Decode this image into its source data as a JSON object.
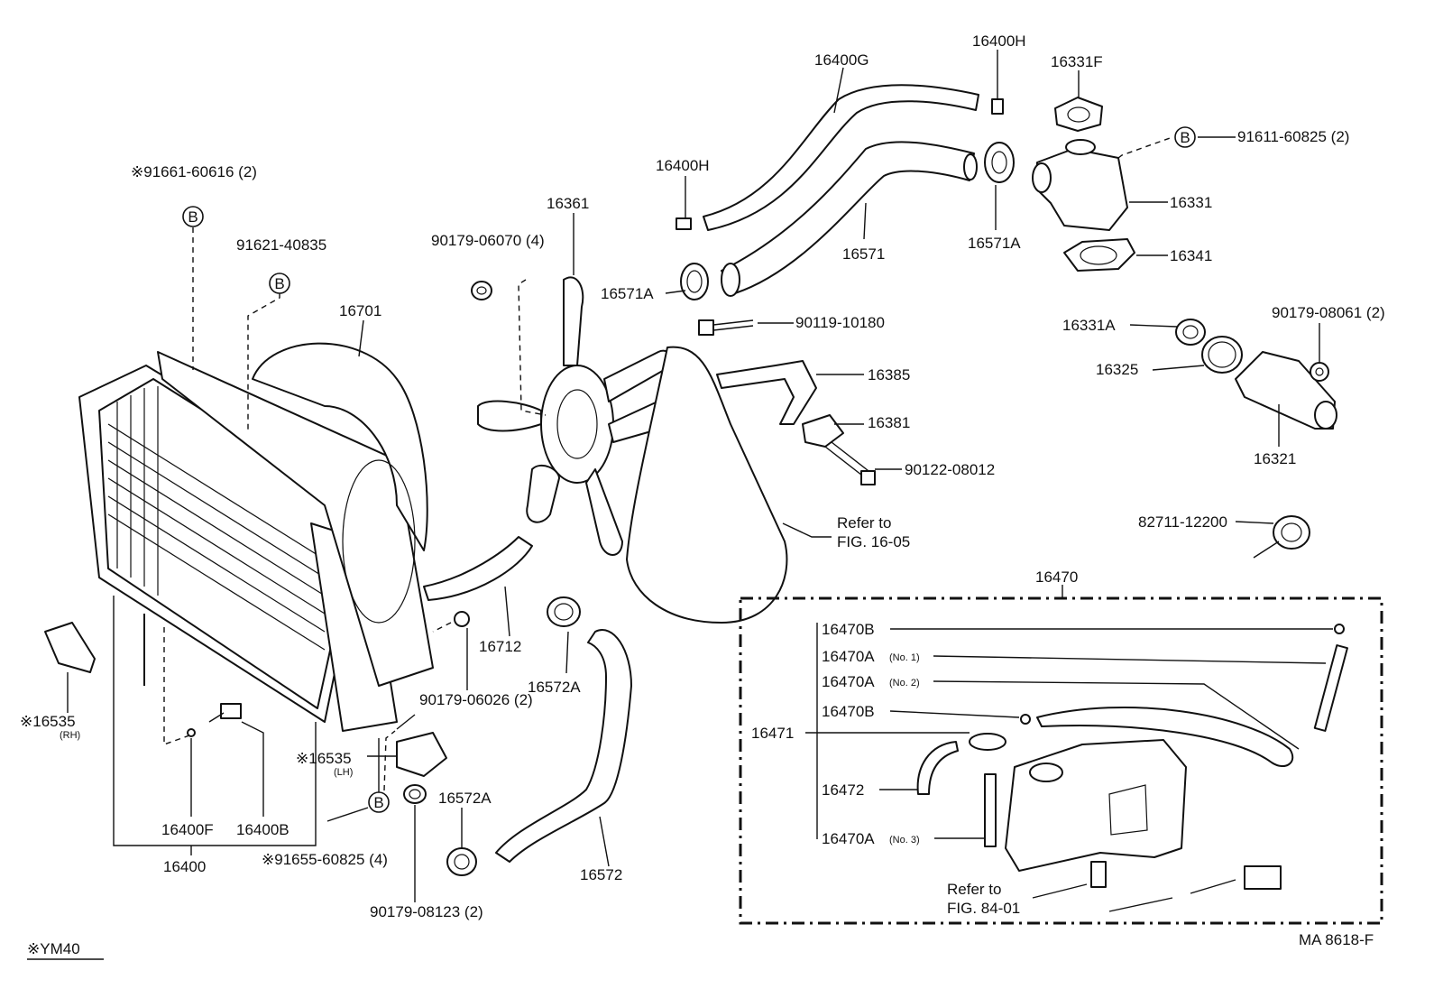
{
  "labels": {
    "p91661": "※91661-60616 (2)",
    "p91621": "91621-40835",
    "p16701": "16701",
    "p90179_06070": "90179-06070 (4)",
    "p16361": "16361",
    "p16400H_left": "16400H",
    "p16571A_left": "16571A",
    "p90119": "90119-10180",
    "p16400G": "16400G",
    "p16571": "16571",
    "p16400H_top": "16400H",
    "p16571A_right": "16571A",
    "p16331F": "16331F",
    "p91611": "91611-60825 (2)",
    "p16331": "16331",
    "p16341": "16341",
    "p16331A": "16331A",
    "p16325": "16325",
    "p90179_08061": "90179-08061 (2)",
    "p16321": "16321",
    "p16385": "16385",
    "p16381": "16381",
    "p90122": "90122-08012",
    "refer1": "Refer to",
    "fig1": "FIG. 16-05",
    "p82711": "82711-12200",
    "p16470": "16470",
    "p16470B_1": "16470B",
    "p16470A_1": "16470A",
    "no1": "(No. 1)",
    "p16470A_2": "16470A",
    "no2": "(No. 2)",
    "p16470B_2": "16470B",
    "p16471": "16471",
    "p16472": "16472",
    "p16470A_3": "16470A",
    "no3": "(No. 3)",
    "refer2": "Refer to",
    "fig2": "FIG. 84-01",
    "p16712": "16712",
    "p16572A_1": "16572A",
    "p16572A_2": "16572A",
    "p16572": "16572",
    "p90179_06026": "90179-06026 (2)",
    "p16535_rh": "※16535",
    "rh": "(RH)",
    "p16535_lh": "※16535",
    "lh": "(LH)",
    "p16400F": "16400F",
    "p16400B": "16400B",
    "p16400": "16400",
    "p91655": "※91655-60825 (4)",
    "p90179_08123": "90179-08123 (2)",
    "footnote": "※YM40",
    "figref": "MA  8618-F",
    "b_marker": "B"
  }
}
